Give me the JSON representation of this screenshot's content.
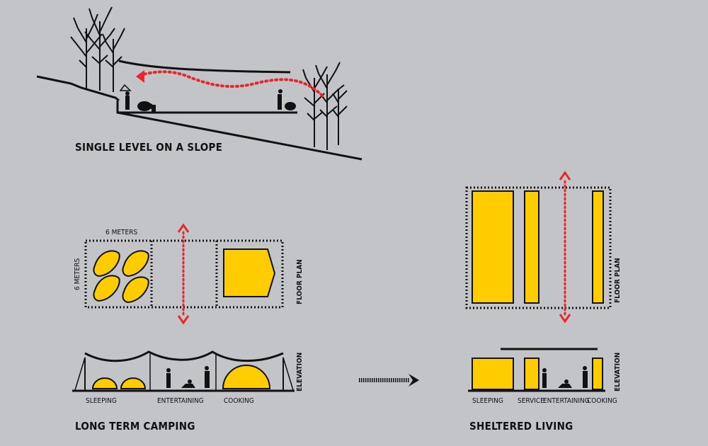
{
  "slope": {
    "title": "SINGLE LEVEL ON A SLOPE"
  },
  "camping": {
    "dimension_top": "6 METERS",
    "dimension_side": "6 METERS",
    "plan_label": "FLOOR PLAN",
    "elevation_label": "ELEVATION",
    "zones": [
      "SLEEPING",
      "ENTERTAINING",
      "COOKING"
    ],
    "title": "LONG TERM CAMPING"
  },
  "sheltered": {
    "plan_label": "FLOOR PLAN",
    "elevation_label": "ELEVATION",
    "zones": [
      "SLEEPING",
      "SERVICE",
      "ENTERTAINING",
      "COOKING"
    ],
    "title": "SHELTERED LIVING"
  },
  "colors": {
    "background": "#c2c4c7",
    "fill_yellow": "#ffcc00",
    "circulation_red": "#e8262d",
    "line_black": "#111111"
  },
  "icons": [
    "tree-icon",
    "person-icon",
    "circulation-arrow-icon",
    "transition-arrow-icon"
  ]
}
